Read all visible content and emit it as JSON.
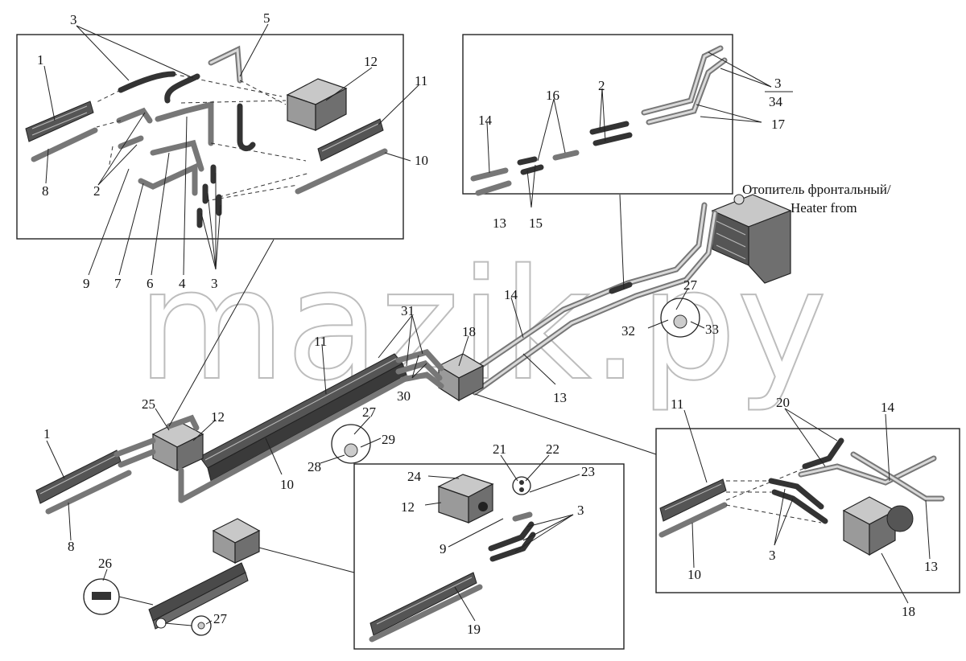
{
  "watermark": "mazik.py",
  "heater_label": {
    "line1": "Отопитель фронтальный/",
    "line2": "Heater from"
  },
  "callouts": {
    "tl_3a": "3",
    "tl_5": "5",
    "tl_1": "1",
    "tl_12": "12",
    "tl_11": "11",
    "tl_10": "10",
    "tl_8": "8",
    "tl_2": "2",
    "tl_9": "9",
    "tl_7": "7",
    "tl_6": "6",
    "tl_4": "4",
    "tl_3b": "3",
    "tr_14": "14",
    "tr_13": "13",
    "tr_16": "16",
    "tr_15": "15",
    "tr_2": "2",
    "tr_3": "3",
    "tr_34": "34",
    "tr_17": "17",
    "m_31": "31",
    "m_30": "30",
    "m_18": "18",
    "m_14": "14",
    "m_13": "13",
    "m_11": "11",
    "m_27": "27",
    "m_32": "32",
    "m_33": "33",
    "m_25": "25",
    "m_12": "12",
    "m_1": "1",
    "m_8": "8",
    "m_10": "10",
    "m_27b": "27",
    "m_29": "29",
    "m_28": "28",
    "b_26": "26",
    "b_27": "27",
    "bc_24": "24",
    "bc_12": "12",
    "bc_21": "21",
    "bc_22": "22",
    "bc_23": "23",
    "bc_3": "3",
    "bc_9": "9",
    "bc_19": "19",
    "br_11": "11",
    "br_20": "20",
    "br_14": "14",
    "br_3": "3",
    "br_10": "10",
    "br_13": "13",
    "br_18": "18"
  }
}
